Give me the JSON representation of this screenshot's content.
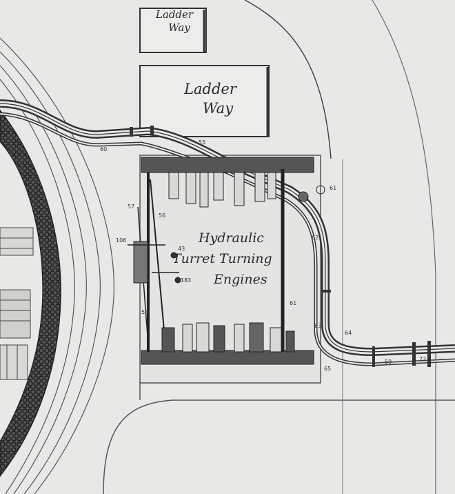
{
  "colors": {
    "paper": "#e8e8e6",
    "ink": "#2a2a2a",
    "shade": "#3a3a3a"
  },
  "labels": {
    "ladder_way_small": [
      "Ladder",
      "Way"
    ],
    "ladder_way_large": [
      "Ladder",
      "Way"
    ],
    "engines": [
      "Hydraulic",
      "Turret Turning",
      "Engines"
    ]
  },
  "pipe_numbers": {
    "n60": "60",
    "n55": "55",
    "n61a": "61",
    "n61b": "61",
    "n62": "62",
    "n63": "63",
    "n64": "64",
    "n65": "65",
    "n56": "56",
    "n57": "57",
    "n58": "58",
    "n59": "59",
    "n43": "43",
    "n183": "183",
    "n106": "106",
    "n72": "72"
  }
}
